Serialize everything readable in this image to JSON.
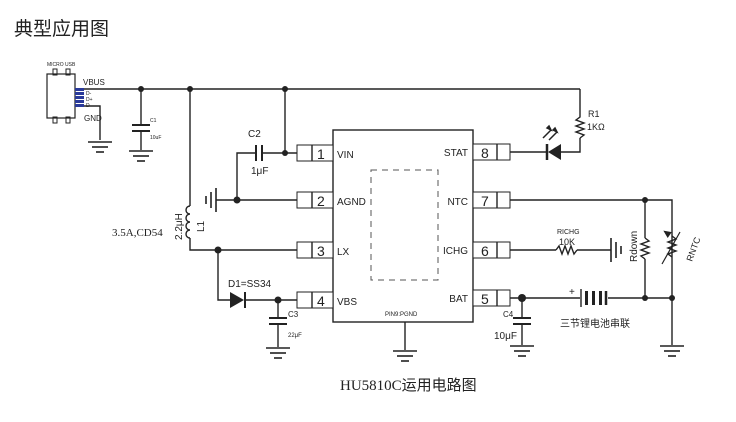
{
  "page_title": "典型应用图",
  "caption": "HU5810C运用电路图",
  "usb": {
    "label": "MICRO USB",
    "vbus": "VBUS",
    "dminus": "D-",
    "dplus": "D+",
    "d": "D",
    "gnd": "GND"
  },
  "c1": {
    "name": "C1",
    "value": "10uF"
  },
  "c2": {
    "name": "C2",
    "value": "1μF"
  },
  "c3": {
    "name": "C3",
    "value": "22μF"
  },
  "c4": {
    "name": "C4",
    "value": "10μF"
  },
  "inductor": {
    "name": "L1",
    "value": "2.2μH",
    "spec": "3.5A,CD54"
  },
  "diode": {
    "label": "D1=SS34"
  },
  "r1": {
    "name": "R1",
    "value": "1KΩ"
  },
  "richg": {
    "name": "RICHG",
    "value": "10K"
  },
  "rdown": {
    "name": "Rdown"
  },
  "rntc": {
    "name": "RNTC"
  },
  "battery": {
    "label": "三节锂电池串联",
    "plus": "+"
  },
  "ic": {
    "pin9": "PIN9:PGND",
    "left_pins": [
      {
        "num": "1",
        "name": "VIN"
      },
      {
        "num": "2",
        "name": "AGND"
      },
      {
        "num": "3",
        "name": "LX"
      },
      {
        "num": "4",
        "name": "VBS"
      }
    ],
    "right_pins": [
      {
        "num": "8",
        "name": "STAT"
      },
      {
        "num": "7",
        "name": "NTC"
      },
      {
        "num": "6",
        "name": "ICHG"
      },
      {
        "num": "5",
        "name": "BAT"
      }
    ]
  }
}
